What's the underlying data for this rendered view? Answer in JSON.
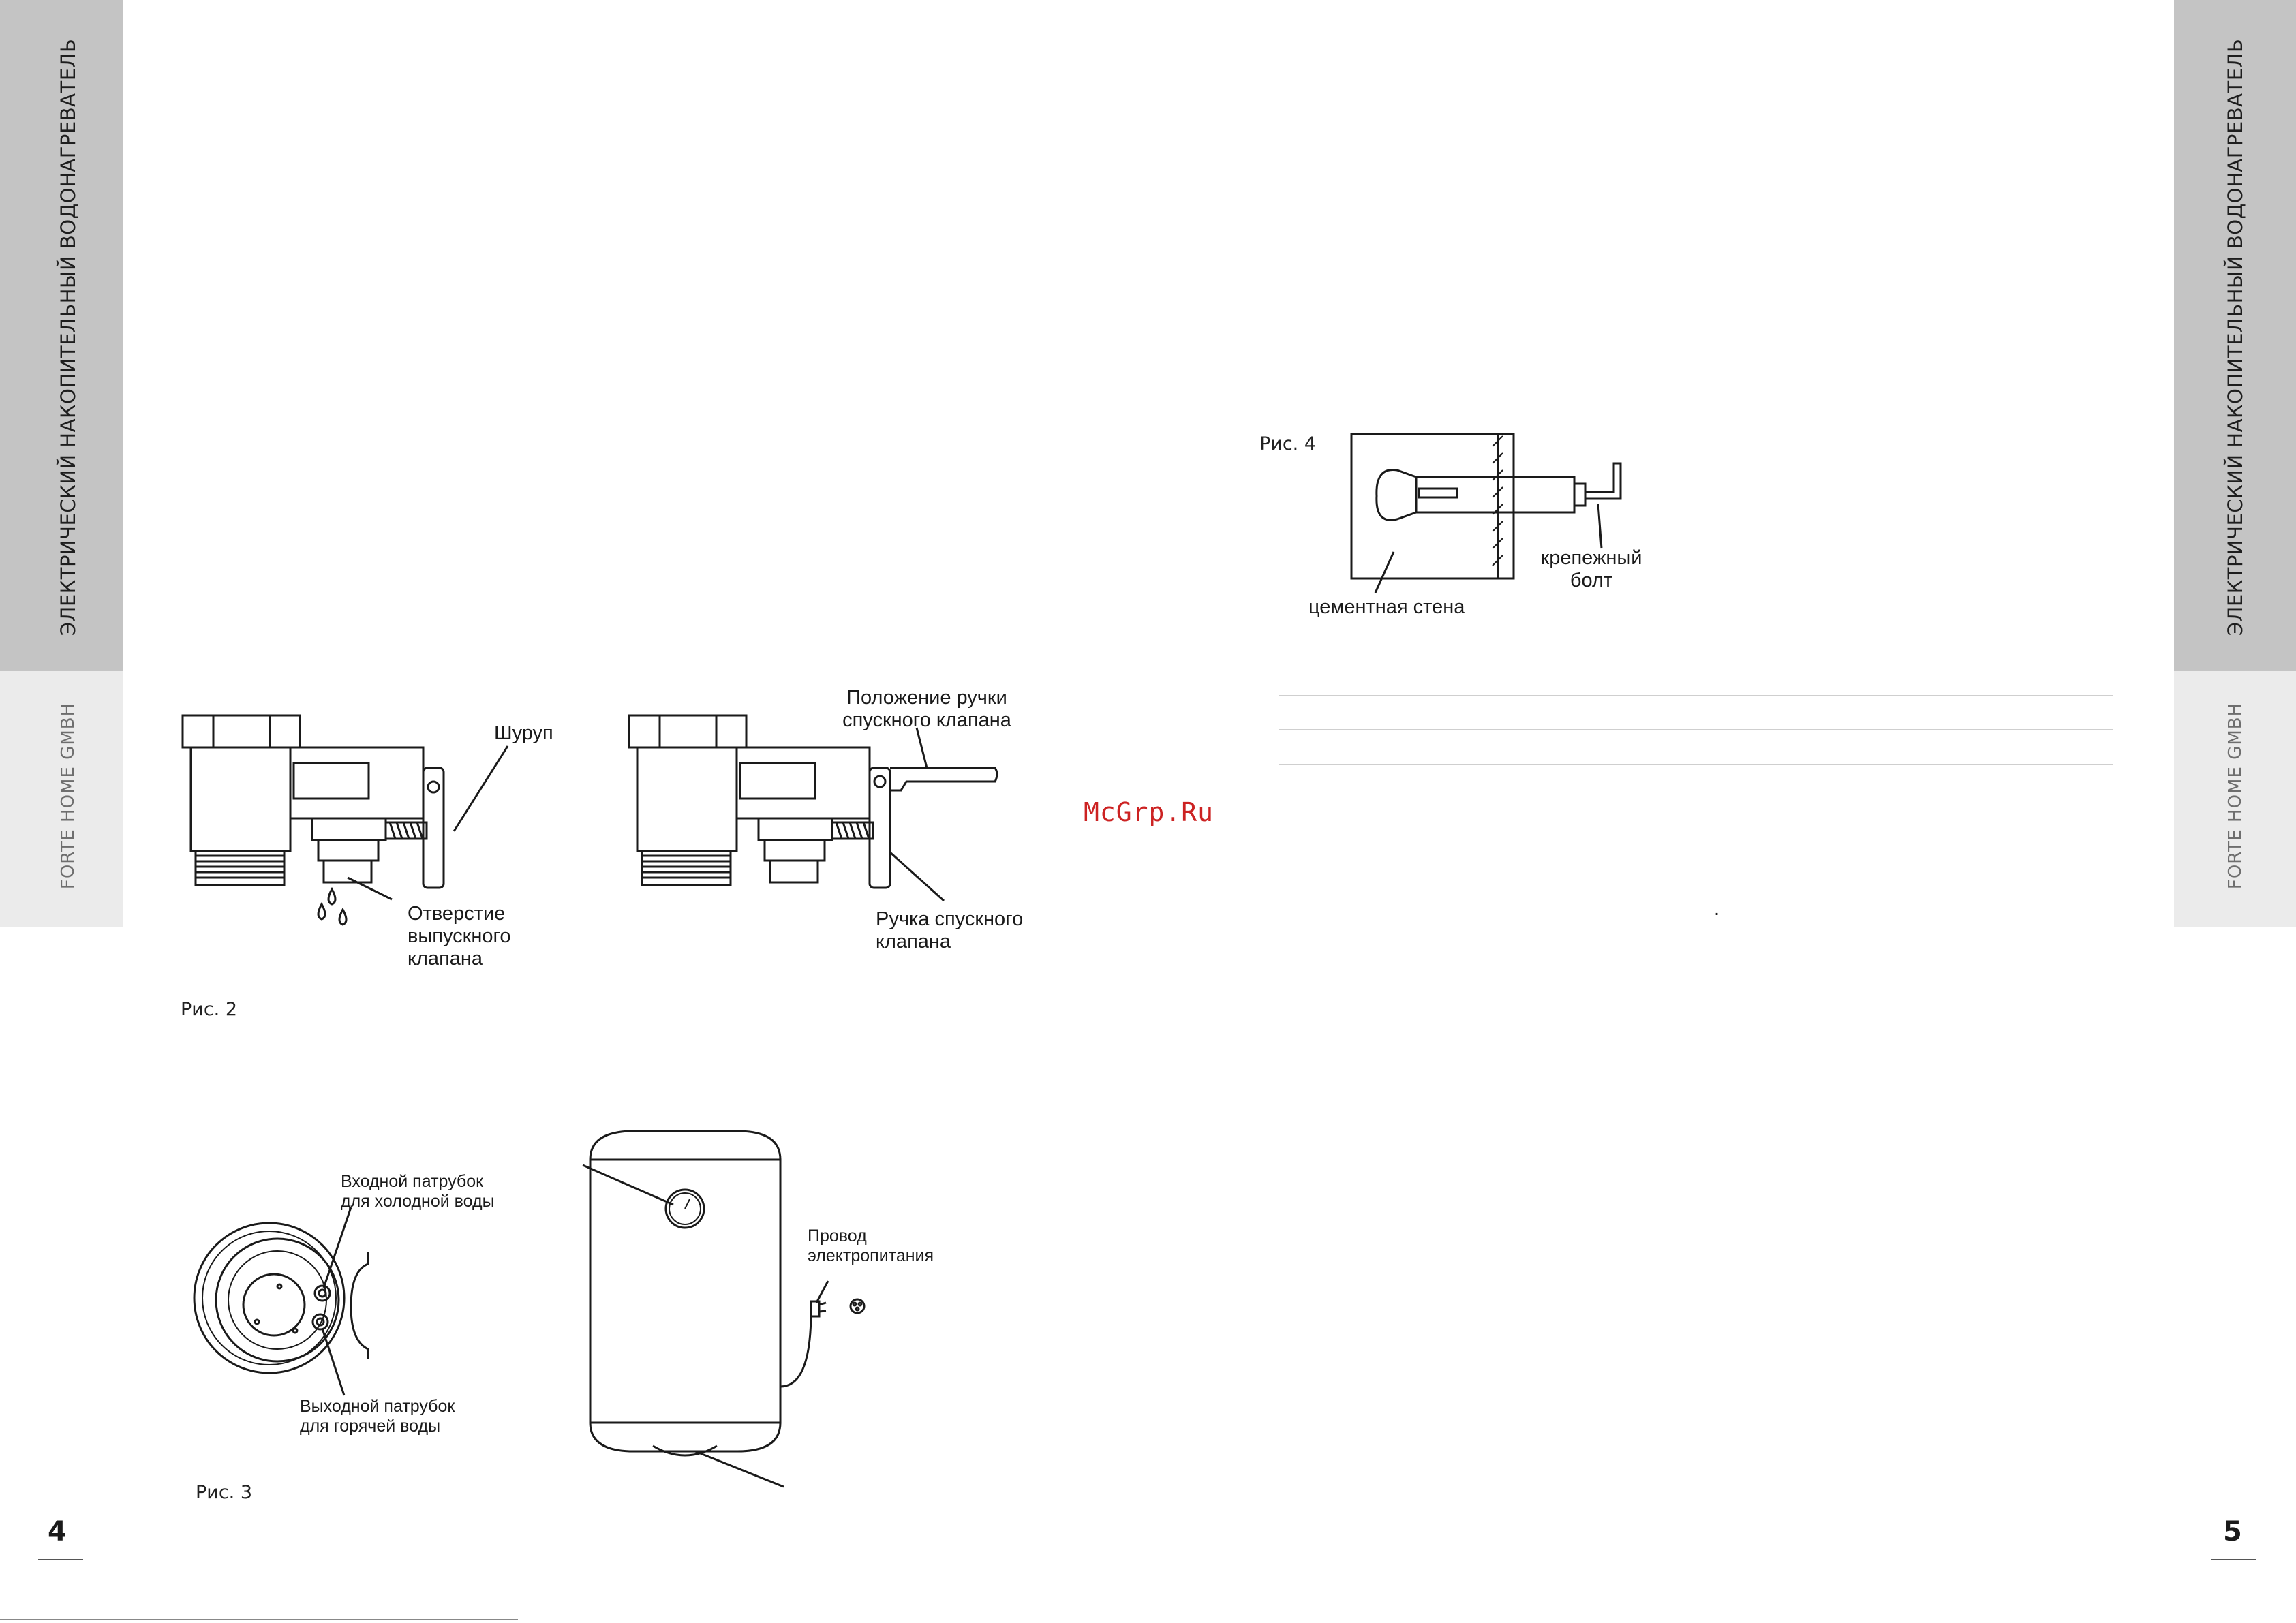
{
  "left_sidebar": {
    "title": "ЭЛЕКТРИЧЕСКИЙ НАКОПИТЕЛЬНЫЙ ВОДОНАГРЕВАТЕЛЬ",
    "brand": "FORTE HOME GMBH"
  },
  "right_sidebar": {
    "title": "ЭЛЕКТРИЧЕСКИЙ НАКОПИТЕЛЬНЫЙ ВОДОНАГРЕВАТЕЛЬ",
    "brand": "FORTE HOME GMBH"
  },
  "fig2": {
    "caption": "Рис. 2",
    "screw": "Шуруп",
    "outlet_hole": [
      "Отверстие",
      "выпускного",
      "клапана"
    ],
    "handle_position": [
      "Положение ручки",
      "спускного клапана"
    ],
    "drain_handle": [
      "Ручка спускного",
      "клапана"
    ]
  },
  "fig3": {
    "caption": "Рис. 3",
    "inlet": [
      "Входной патрубок",
      "для холодной воды"
    ],
    "outlet": [
      "Выходной патрубок",
      "для горячей воды"
    ],
    "power_cord": [
      "Провод",
      "электропитания"
    ]
  },
  "fig4": {
    "caption": "Рис. 4",
    "bolt": [
      "крепежный",
      "болт"
    ],
    "wall": "цементная стена"
  },
  "watermark": "McGrp.Ru",
  "page_numbers": {
    "left": "4",
    "right": "5"
  },
  "dot": "."
}
